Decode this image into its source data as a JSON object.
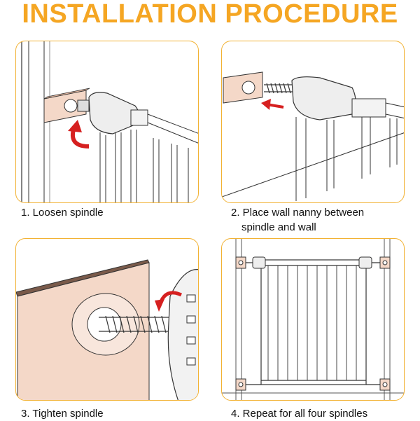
{
  "title": "INSTALLATION PROCEDURE",
  "steps": [
    {
      "label": "1. Loosen spindle"
    },
    {
      "label": "2. Place wall nanny between",
      "label2": "spindle and wall"
    },
    {
      "label": "3. Tighten spindle"
    },
    {
      "label": "4. Repeat for all four spindles"
    }
  ],
  "colors": {
    "title": "#f5a623",
    "panel_border": "#f2b233",
    "arrow": "#d62020",
    "wall_nanny": "#f4d8c8"
  }
}
